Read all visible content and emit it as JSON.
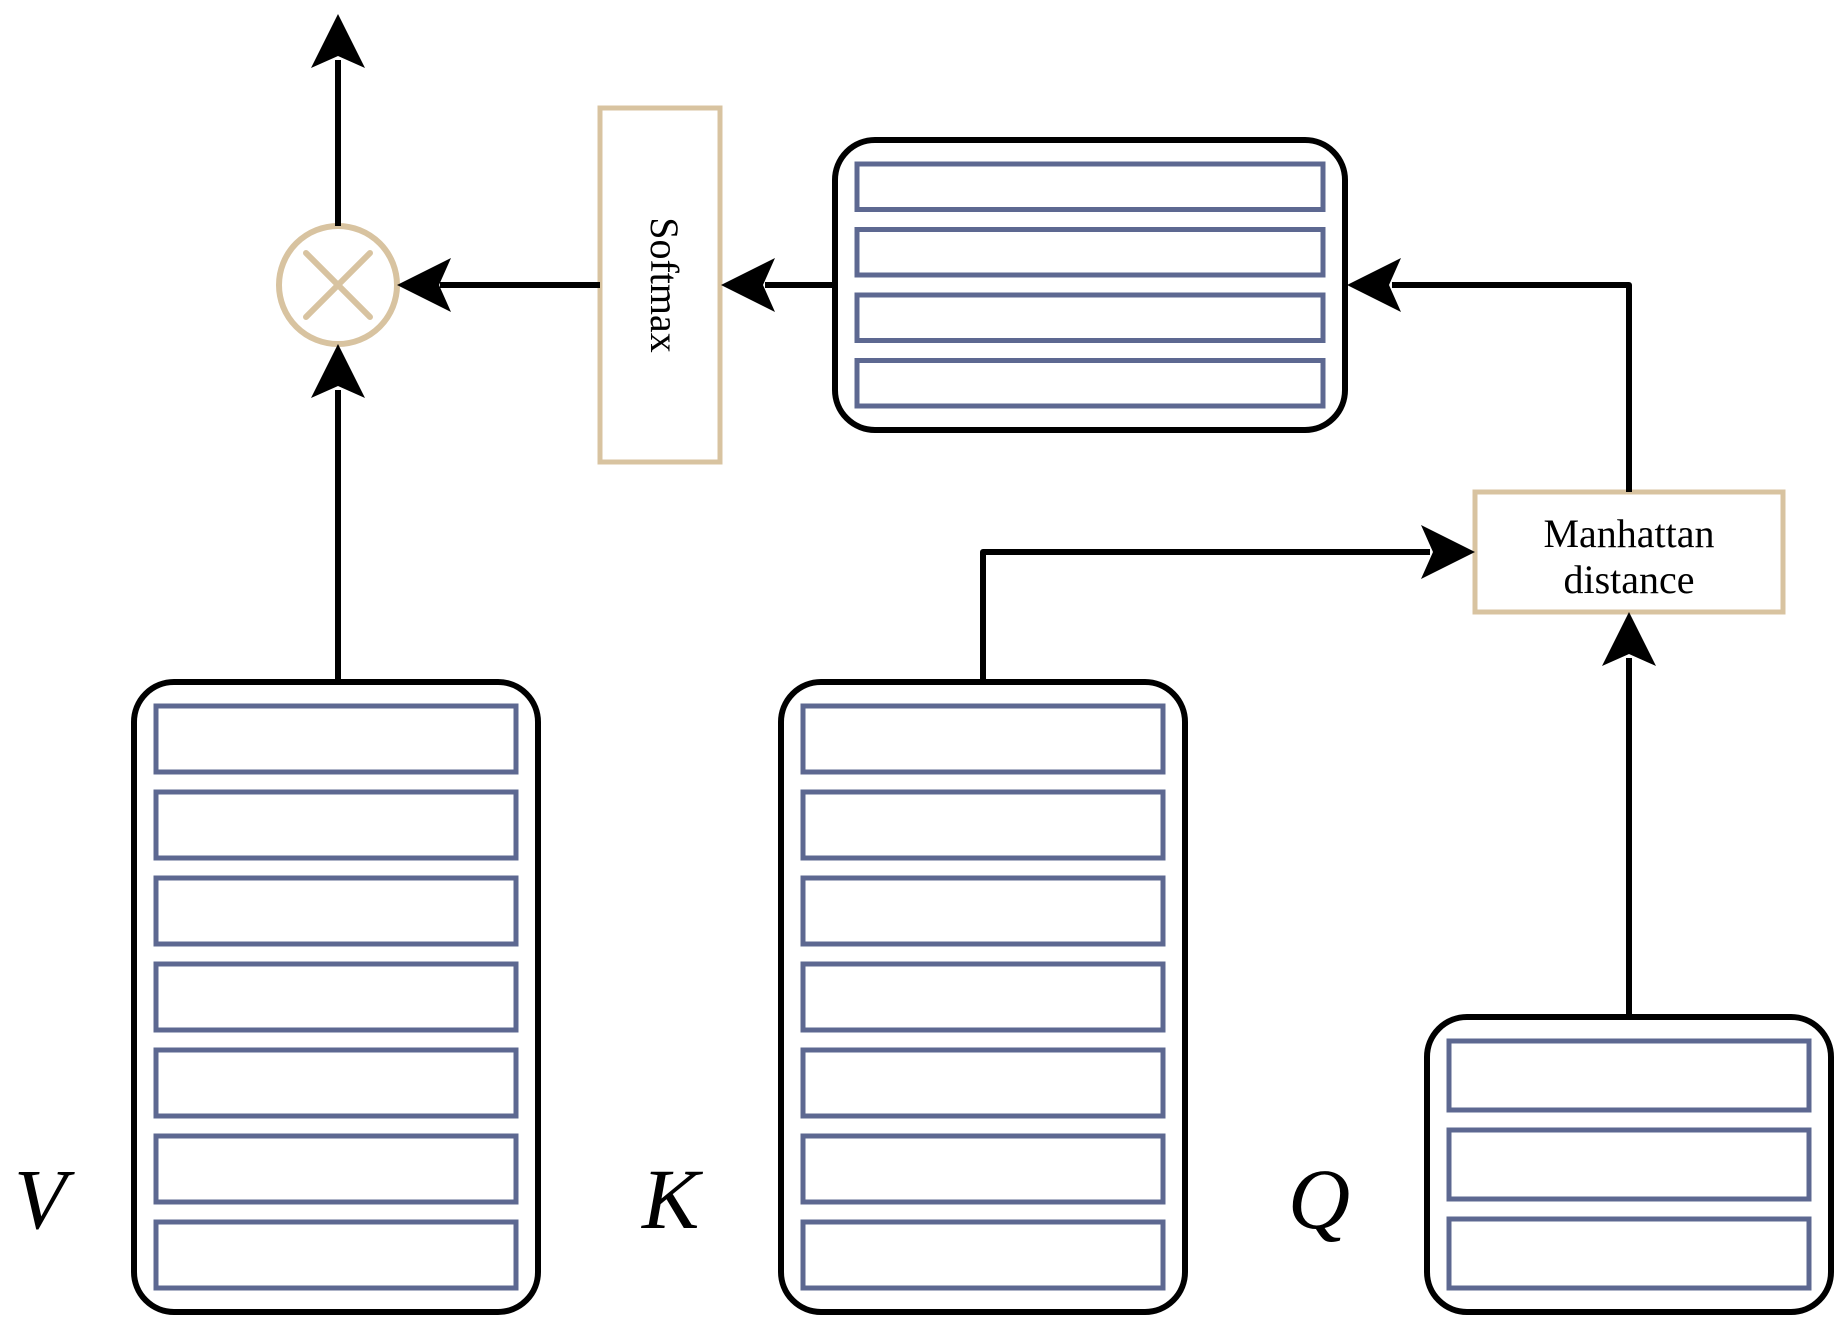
{
  "labels": {
    "value": "V",
    "key": "K",
    "query": "Q",
    "softmax": "Softmax",
    "distance_line1": "Manhattan",
    "distance_line2": "distance"
  },
  "matrices": {
    "value_rows": 7,
    "key_rows": 7,
    "query_rows": 3,
    "score_rows": 4
  },
  "icons": {
    "multiply": "circled-times-icon"
  },
  "colors": {
    "row_stroke": "#5d6891",
    "operator_stroke": "#d8c3a0",
    "outline": "#000000",
    "background": "#ffffff"
  }
}
